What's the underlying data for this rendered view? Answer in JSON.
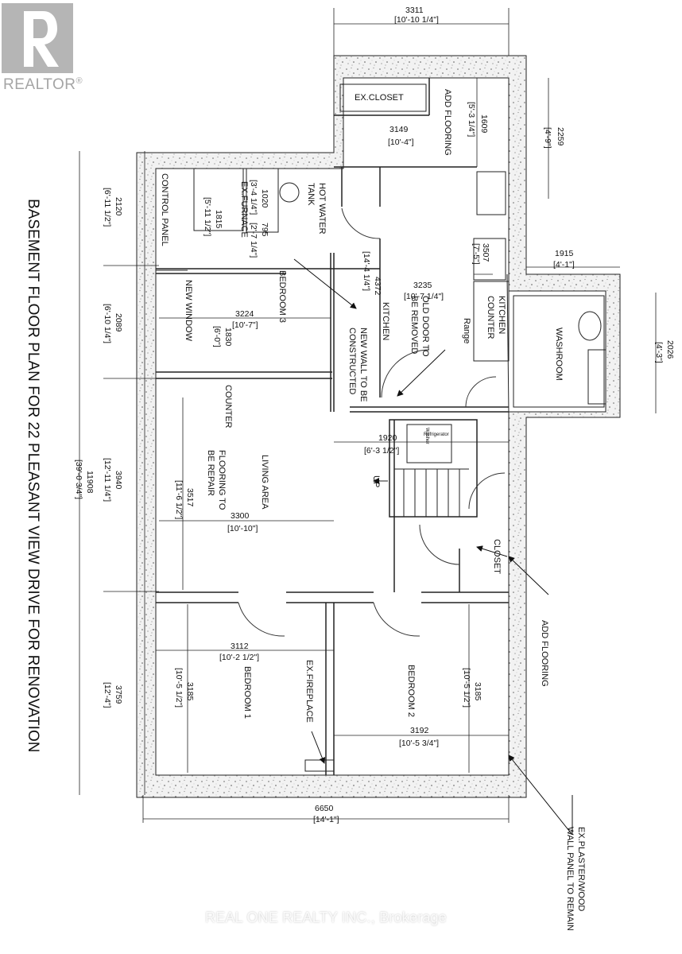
{
  "logo": {
    "name": "REALTOR",
    "reg": "®"
  },
  "title": "BASEMENT FLOOR PLAN FOR 22 PLEASANT VIEW DRIVE FOR RENOVATION",
  "watermark": "REAL ONE REALTY INC., Brokerage",
  "rooms": {
    "ex_closet": "EX.CLOSET",
    "add_flooring_top": "ADD FLOORING",
    "hot_water_tank": [
      "HOT WATER",
      "TANK"
    ],
    "ex_furnace": "EX.FURNACE",
    "control_panel": "CONTROL PANEL",
    "bedroom3": "BEDROOM 3",
    "new_window": "NEW WINDOW",
    "kitchen": "KITCHEN",
    "old_door": [
      "OLD DOOR TO",
      "BE REMOVED"
    ],
    "new_wall": [
      "NEW WALL TO BE",
      "CONSTRUCTED"
    ],
    "kitchen_counter": [
      "KITCHEN",
      "COUNTER"
    ],
    "range": "Range",
    "washroom": "WASHROOM",
    "counter": "COUNTER",
    "living_area": "LIVING AREA",
    "flooring_repair": [
      "FLOORING TO",
      "BE REPAIR"
    ],
    "washer": "Washer",
    "refrigerator": "Refrigerator",
    "up": "UP",
    "closet": "CLOSET",
    "add_flooring_right": "ADD FLOORING",
    "bedroom1": "BEDROOM 1",
    "ex_fireplace": "EX.FIREPLACE",
    "bedroom2": "BEDROOM 2",
    "ex_plaster": [
      "EX.PLASTER/WOOD",
      "WALL PANEL TO REMAIN"
    ]
  },
  "dims": {
    "d3311": [
      "3311",
      "[10'-10 1/4\"]"
    ],
    "d1609": [
      "1609",
      "[5'-3 1/4\"]"
    ],
    "d3149": [
      "3149",
      "[10'-4\"]"
    ],
    "d2259": [
      "2259",
      "[4'-9\"]"
    ],
    "d1020": [
      "1020",
      "[3'-4 1/4\"]"
    ],
    "d795": [
      "795",
      "[2'-7 1/4\"]"
    ],
    "d1815": [
      "1815",
      "[5'-11 1/2\"]"
    ],
    "d3507": [
      "3507",
      "[7'-5\"]"
    ],
    "d1915": [
      "1915",
      "[4'-1\"]"
    ],
    "d4372": [
      "4372",
      "[14'-4 1/4\"]"
    ],
    "d3235": [
      "3235",
      "[10'-7 1/4\"]"
    ],
    "d3224": [
      "3224",
      "[10'-7\"]"
    ],
    "d1830": [
      "1830",
      "[6'-0\"]"
    ],
    "d2026": [
      "2026",
      "[4'-3\"]"
    ],
    "d1920": [
      "1920",
      "[6'-3 1/2\"]"
    ],
    "d3517": [
      "3517",
      "[11'-6 1/2\"]"
    ],
    "d3300": [
      "3300",
      "[10'-10\"]"
    ],
    "d3112": [
      "3112",
      "[10'-2 1/2\"]"
    ],
    "d3185a": [
      "3185",
      "[10'-5 1/2\"]"
    ],
    "d3185b": [
      "3185",
      "[10'-5 1/2\"]"
    ],
    "d3192": [
      "3192",
      "[10'-5 3/4\"]"
    ],
    "d6650": [
      "6650",
      "[14'-1\"]"
    ],
    "d2120": [
      "2120",
      "[6'-11 1/2\"]"
    ],
    "d2089": [
      "2089",
      "[6'-10 1/4\"]"
    ],
    "d3940": [
      "3940",
      "[12'-11 1/4\"]"
    ],
    "d3759": [
      "3759",
      "[12'-4\"]"
    ],
    "d11908": [
      "11908",
      "[39'-0 3/4\"]"
    ]
  }
}
